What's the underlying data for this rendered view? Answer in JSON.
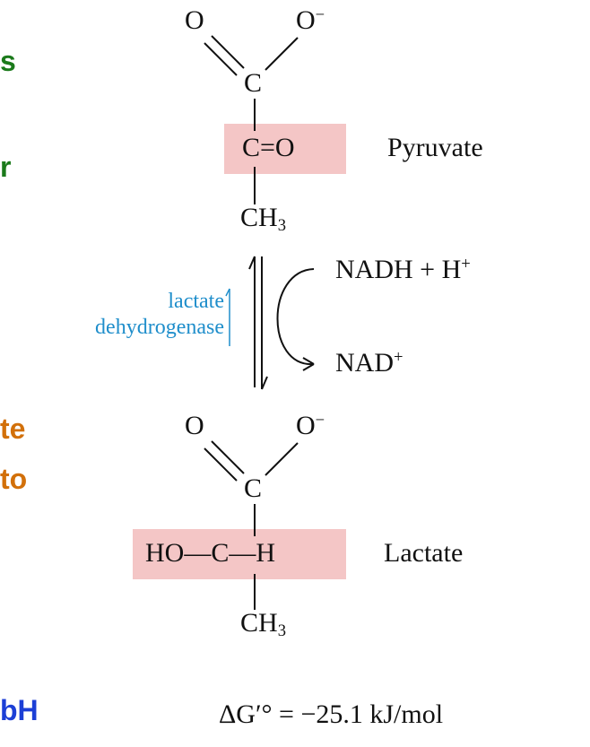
{
  "colors": {
    "green_text": "#1b7a1b",
    "orange_text": "#d2700a",
    "blue_text": "#1c3fd6",
    "enzyme_text": "#1f8ecb",
    "highlight": "#f4c6c6",
    "ink": "#111111"
  },
  "left_fragments": [
    {
      "text": "s",
      "color": "#1b7a1b"
    },
    {
      "text": "r",
      "color": "#1b7a1b"
    },
    {
      "text": "te",
      "color": "#d2700a"
    },
    {
      "text": " to",
      "color": "#d2700a"
    },
    {
      "text": "bH",
      "color": "#1c3fd6"
    }
  ],
  "pyruvate": {
    "name": "Pyruvate",
    "o_left": "O",
    "o_right": "O",
    "o_charge": "−",
    "carboxyl_c": "C",
    "keto": "C=O",
    "methyl": "CH",
    "methyl_sub": "3"
  },
  "reaction": {
    "enzyme_line1": "lactate",
    "enzyme_line2": "dehydrogenase",
    "cofactor_in": "NADH + H",
    "cofactor_in_sup": "+",
    "cofactor_out": "NAD",
    "cofactor_out_sup": "+"
  },
  "lactate": {
    "name": "Lactate",
    "o_left": "O",
    "o_right": "O",
    "o_charge": "−",
    "carboxyl_c": "C",
    "alpha": "HO—C—H",
    "methyl": "CH",
    "methyl_sub": "3"
  },
  "energy": {
    "delta": "ΔG",
    "prime_degree": "′°",
    "value": "= −25.1 kJ/mol"
  }
}
